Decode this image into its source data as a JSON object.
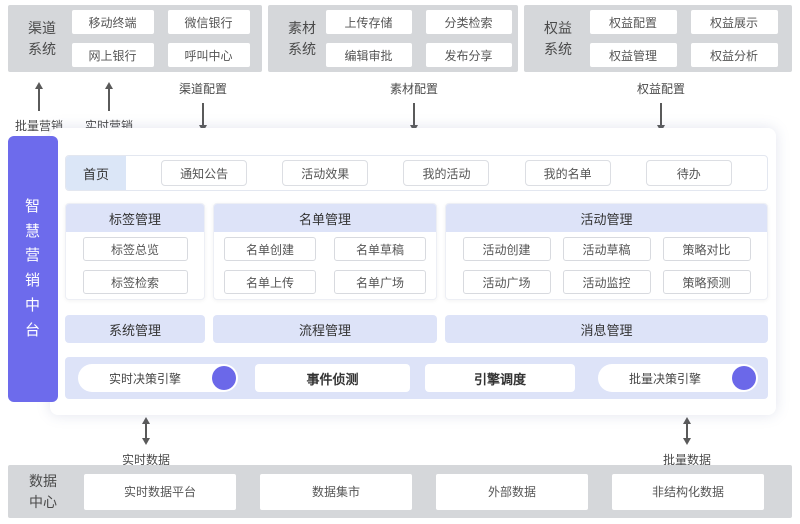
{
  "top_systems": [
    {
      "label": "渠道系统",
      "items": [
        "移动终端",
        "微信银行",
        "网上银行",
        "呼叫中心"
      ]
    },
    {
      "label": "素材系统",
      "items": [
        "上传存储",
        "分类检索",
        "编辑审批",
        "发布分享"
      ]
    },
    {
      "label": "权益系统",
      "items": [
        "权益配置",
        "权益展示",
        "权益管理",
        "权益分析"
      ]
    }
  ],
  "top_flows": [
    {
      "label": "批量营销",
      "direction": "up"
    },
    {
      "label": "实时营销",
      "direction": "up"
    },
    {
      "label": "渠道配置",
      "direction": "down"
    },
    {
      "label": "素材配置",
      "direction": "down"
    },
    {
      "label": "权益配置",
      "direction": "down"
    }
  ],
  "platform": {
    "title": "智慧营销中台",
    "home_tab": "首页",
    "nav_items": [
      "通知公告",
      "活动效果",
      "我的活动",
      "我的名单",
      "待办"
    ],
    "modules": [
      {
        "title": "标签管理",
        "items": [
          "标签总览",
          "标签检索"
        ]
      },
      {
        "title": "名单管理",
        "items": [
          "名单创建",
          "名单草稿",
          "名单上传",
          "名单广场"
        ]
      },
      {
        "title": "活动管理",
        "items": [
          "活动创建",
          "活动草稿",
          "策略对比",
          "活动广场",
          "活动监控",
          "策略预测"
        ]
      }
    ],
    "bars": [
      "系统管理",
      "流程管理",
      "消息管理"
    ],
    "engines": [
      "实时决策引擎",
      "事件侦测",
      "引擎调度",
      "批量决策引擎"
    ]
  },
  "bottom_flows": [
    {
      "label": "实时数据",
      "direction": "both"
    },
    {
      "label": "批量数据",
      "direction": "both"
    }
  ],
  "data_center": {
    "label": "数据中心",
    "items": [
      "实时数据平台",
      "数据集市",
      "外部数据",
      "非结构化数据"
    ]
  },
  "colors": {
    "sidebar_purple": "#6D6BEC",
    "engine_dot_purple": "#6B68E9",
    "periwinkle_header": "#DDE3F8",
    "home_tab_blue": "#DBE6F7",
    "gray_card": "#D5D7DA"
  }
}
